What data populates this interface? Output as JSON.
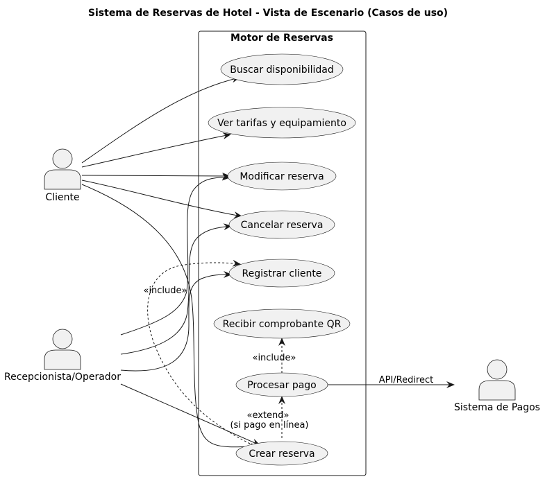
{
  "title": "Sistema de Reservas de Hotel - Vista de Escenario (Casos de uso)",
  "system_boundary": {
    "label": "Motor de Reservas"
  },
  "actors": {
    "cliente": {
      "label": "Cliente"
    },
    "recepcionista": {
      "label": "Recepcionista/Operador"
    },
    "pagos": {
      "label": "Sistema de Pagos"
    }
  },
  "use_cases": {
    "buscar": {
      "label": "Buscar disponibilidad"
    },
    "tarifas": {
      "label": "Ver tarifas y equipamiento"
    },
    "modificar": {
      "label": "Modificar reserva"
    },
    "cancelar": {
      "label": "Cancelar reserva"
    },
    "registrar": {
      "label": "Registrar cliente"
    },
    "qr": {
      "label": "Recibir comprobante QR"
    },
    "pago": {
      "label": "Procesar pago"
    },
    "crear": {
      "label": "Crear reserva"
    }
  },
  "relations": {
    "include_registrar": "«include»",
    "include_qr": "«include»",
    "extend_pago": "«extend»",
    "extend_condition": "(si pago en línea)",
    "api_redirect": "API/Redirect"
  }
}
